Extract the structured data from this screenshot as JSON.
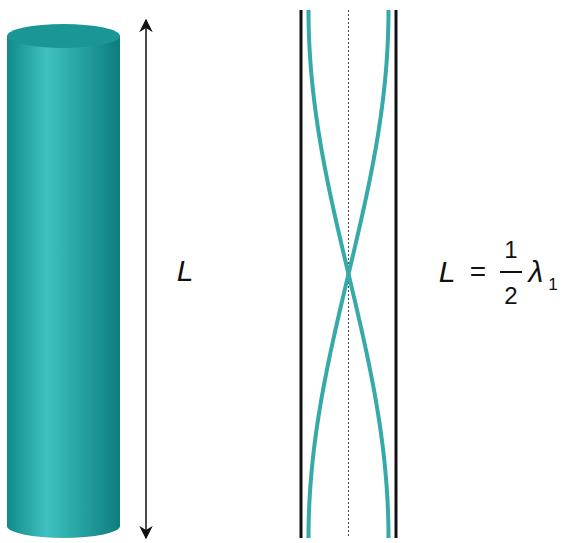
{
  "diagram": {
    "labels": [
      "L",
      "L",
      "=",
      "1",
      "2",
      "λ",
      "1"
    ]
  }
}
